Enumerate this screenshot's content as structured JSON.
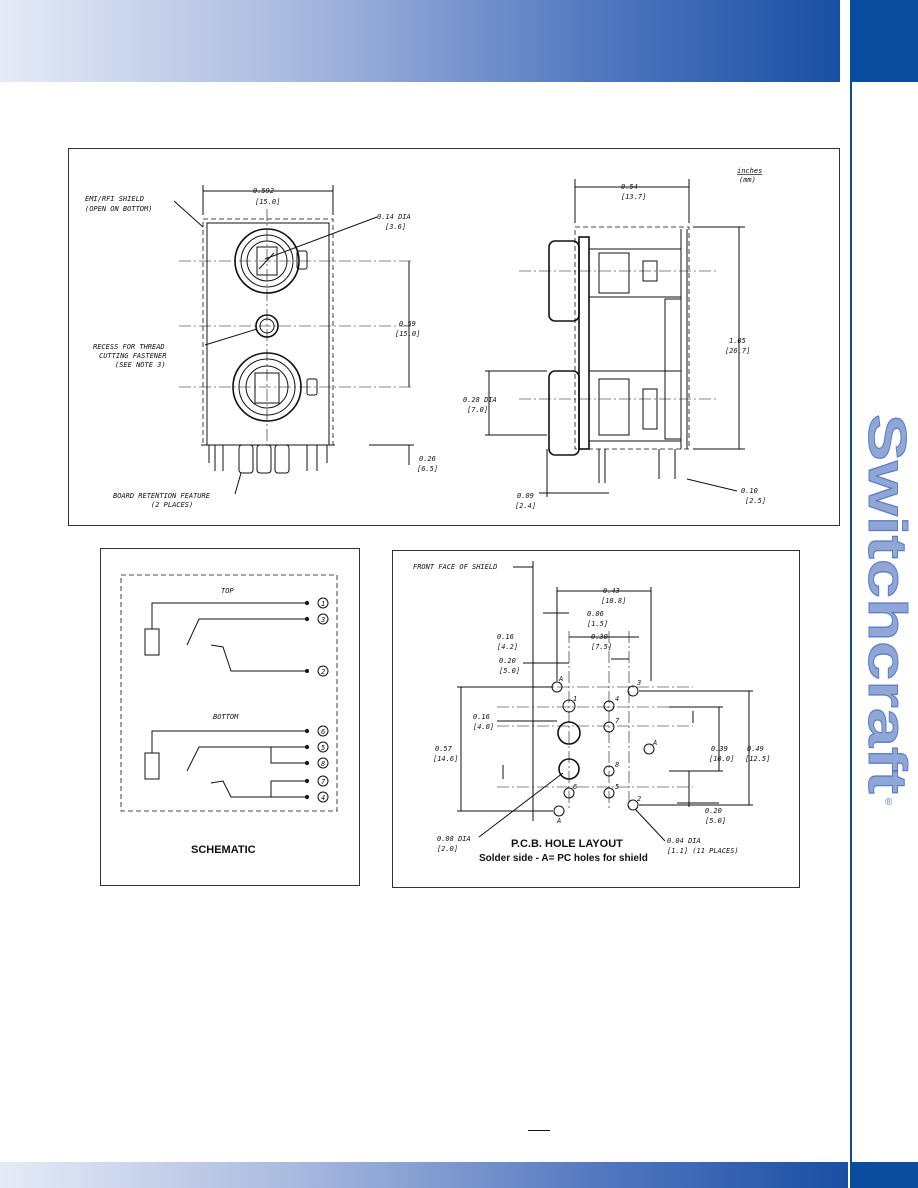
{
  "brand": {
    "name": "Switchcraft",
    "color": "#0a4c9e",
    "mark": "®"
  },
  "colors": {
    "band_dark": "#0a4c9e",
    "band_light": "#e6ebf6"
  },
  "dimension_drawing": {
    "units": {
      "primary": "inches",
      "secondary": "(mm)"
    },
    "labels": {
      "shield": "EMI/RFI SHIELD",
      "shield_note": "(OPEN ON BOTTOM)",
      "recess1": "RECESS FOR THREAD",
      "recess2": "CUTTING FASTENER",
      "recess3": "(SEE NOTE 3)",
      "retention": "BOARD RETENTION FEATURE",
      "retention_places": "(2 PLACES)"
    },
    "dims": {
      "width": "0.592",
      "width_mm": "[15.0]",
      "hole_dia": "0.14 DIA",
      "hole_dia_mm": "[3.6]",
      "spacing": "0.59",
      "spacing_mm": "[15.0]",
      "bottom": "0.26",
      "bottom_mm": "[6.5]",
      "side_width": "0.54",
      "side_width_mm": "[13.7]",
      "height": "1.05",
      "height_mm": "[26.7]",
      "jack_dia": "0.28 DIA",
      "jack_dia_mm": "[7.0]",
      "pin_left": "0.09",
      "pin_left_mm": "[2.4]",
      "pin_right": "0.10",
      "pin_right_mm": "[2.5]"
    }
  },
  "schematic": {
    "title": "SCHEMATIC",
    "top_label": "TOP",
    "bottom_label": "BOTTOM",
    "top_pins": [
      "1",
      "3",
      "2"
    ],
    "bottom_pins": [
      "6",
      "5",
      "8",
      "7",
      "4"
    ]
  },
  "pcb_layout": {
    "title": "P.C.B. HOLE LAYOUT",
    "subtitle": "Solder side - A= PC holes for shield",
    "front_face": "FRONT FACE OF SHIELD",
    "hole_labels": [
      "1",
      "2",
      "3",
      "4",
      "5",
      "6",
      "7",
      "8"
    ],
    "shield_hole": "A",
    "dims": {
      "d043": "0.43",
      "d043_mm": "[10.8]",
      "d006": "0.06",
      "d006_mm": "[1.5]",
      "d030": "0.30",
      "d030_mm": "[7.5]",
      "d016": "0.16",
      "d016_mm": "[4.2]",
      "d020": "0.20",
      "d020_mm": "[5.0]",
      "d016b": "0.16",
      "d016b_mm": "[4.0]",
      "d057": "0.57",
      "d057_mm": "[14.6]",
      "d039": "0.39",
      "d039_mm": "[10.0]",
      "d049": "0.49",
      "d049_mm": "[12.5]",
      "d020b": "0.20",
      "d020b_mm": "[5.0]",
      "dia008": "0.08 DIA",
      "dia008_mm": "[2.0]",
      "dia004": "0.04 DIA",
      "dia004_mm": "[1.1] (11 PLACES)"
    }
  }
}
